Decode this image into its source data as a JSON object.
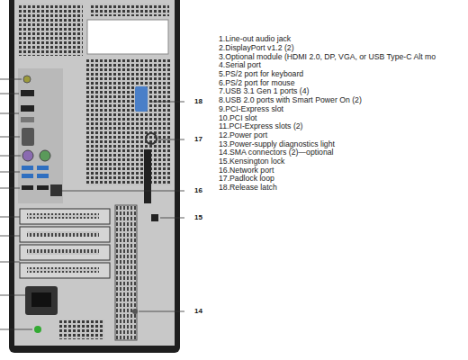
{
  "diagram": {
    "labels": [
      "1.Line-out audio jack",
      "2.DisplayPort v1.2 (2)",
      "3.Optional module (HDMI 2.0, DP, VGA, or USB Type-C Alt mo",
      "4.Serial port",
      "5.PS/2 port for keyboard",
      "6.PS/2 port for mouse",
      "7.USB 3.1 Gen 1 ports (4)",
      "8.USB 2.0 ports with Smart Power On (2)",
      "9.PCI-Express slot",
      "10.PCI slot",
      "11.PCI-Express slots (2)",
      "12.Power port",
      "13.Power-supply diagnostics light",
      "14.SMA connectors (2)—optional",
      "15.Kensington lock",
      "16.Network port",
      "17.Padlock loop",
      "18.Release latch",
      "18",
      "17",
      "16",
      "15",
      "14"
    ]
  }
}
